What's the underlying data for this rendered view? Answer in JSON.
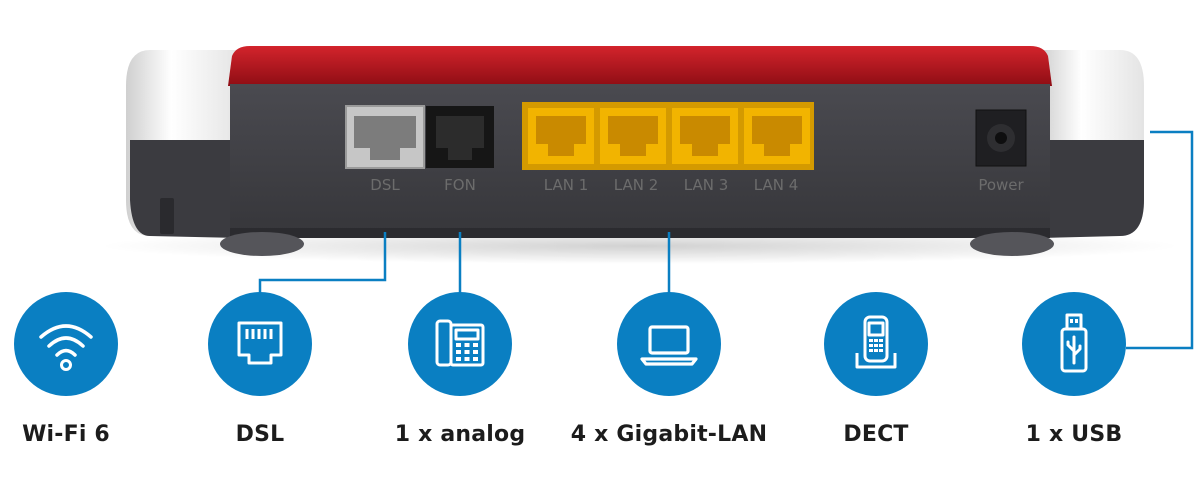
{
  "ports": [
    {
      "id": "dsl",
      "label": "DSL"
    },
    {
      "id": "fon",
      "label": "FON"
    },
    {
      "id": "lan1",
      "label": "LAN 1"
    },
    {
      "id": "lan2",
      "label": "LAN 2"
    },
    {
      "id": "lan3",
      "label": "LAN 3"
    },
    {
      "id": "lan4",
      "label": "LAN 4"
    },
    {
      "id": "power",
      "label": "Power"
    }
  ],
  "features": [
    {
      "id": "wifi",
      "label": "Wi-Fi 6",
      "icon": "wifi-icon"
    },
    {
      "id": "dsl",
      "label": "DSL",
      "icon": "ethernet-port-icon"
    },
    {
      "id": "analog",
      "label": "1 x analog",
      "icon": "desk-phone-icon"
    },
    {
      "id": "lan",
      "label": "4 x Gigabit-LAN",
      "icon": "laptop-icon"
    },
    {
      "id": "dect",
      "label": "DECT",
      "icon": "cordless-phone-icon"
    },
    {
      "id": "usb",
      "label": "1 x USB",
      "icon": "usb-stick-icon"
    }
  ],
  "colors": {
    "accent_blue": "#0a7fc2",
    "router_red": "#b8141e",
    "router_body": "#3f3f44",
    "lan_port_yellow": "#f2b400"
  }
}
